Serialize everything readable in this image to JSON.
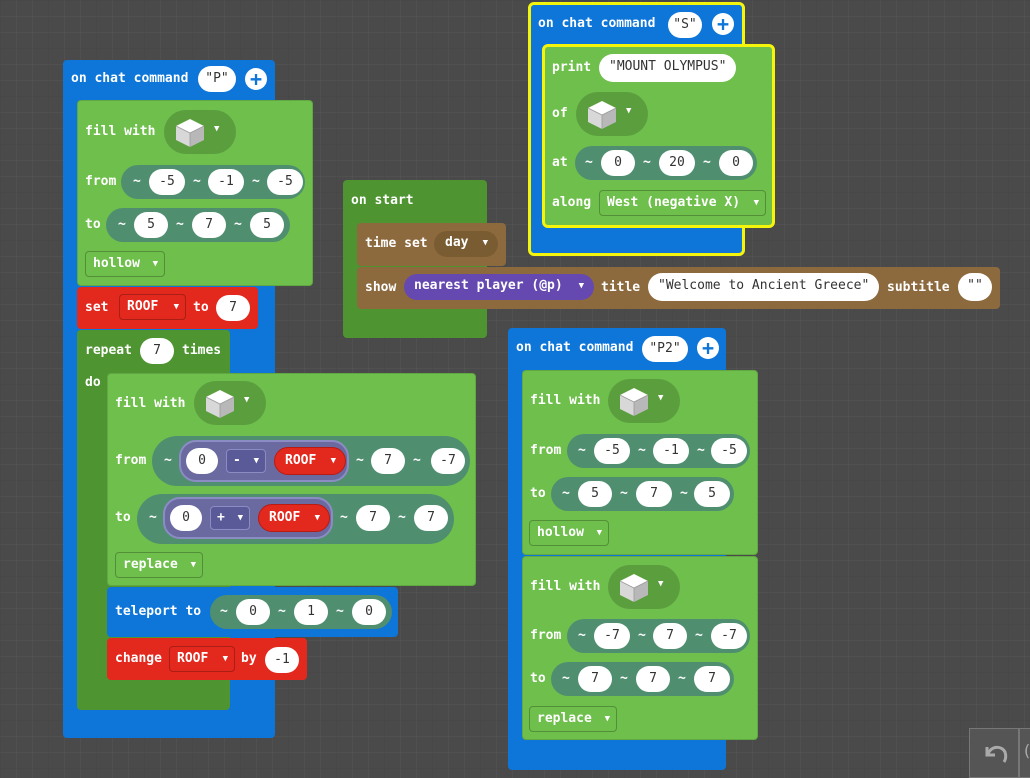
{
  "stackP": {
    "hat_label": "on chat command",
    "command": "\"P\"",
    "fill1": {
      "label": "fill with",
      "from_label": "from",
      "to_label": "to",
      "tilde": "~",
      "from": [
        "-5",
        "-1",
        "-5"
      ],
      "to": [
        "5",
        "7",
        "5"
      ],
      "mode": "hollow"
    },
    "set": {
      "label": "set",
      "var": "ROOF",
      "to_label": "to",
      "value": "7"
    },
    "repeat": {
      "label": "repeat",
      "count": "7",
      "times_label": "times",
      "do_label": "do"
    },
    "fill2": {
      "label": "fill with",
      "from_label": "from",
      "to_label": "to",
      "from_a": "0",
      "from_op": "-",
      "from_var": "ROOF",
      "from_y": "7",
      "from_z": "-7",
      "to_a": "0",
      "to_op": "+",
      "to_var": "ROOF",
      "to_y": "7",
      "to_z": "7",
      "mode": "replace"
    },
    "teleport": {
      "label": "teleport to",
      "pos": [
        "0",
        "1",
        "0"
      ]
    },
    "change": {
      "label": "change",
      "var": "ROOF",
      "by_label": "by",
      "value": "-1"
    }
  },
  "stackStart": {
    "hat_label": "on start",
    "time": {
      "label": "time set",
      "value": "day"
    },
    "show": {
      "label": "show",
      "target": "nearest player (@p)",
      "title_label": "title",
      "title": "\"Welcome to Ancient Greece\"",
      "subtitle_label": "subtitle",
      "subtitle": "\"\""
    }
  },
  "stackS": {
    "hat_label": "on chat command",
    "command": "\"S\"",
    "print_label": "print",
    "text": "\"MOUNT OLYMPUS\"",
    "of_label": "of",
    "at_label": "at",
    "pos": [
      "0",
      "20",
      "0"
    ],
    "along_label": "along",
    "direction": "West (negative X)"
  },
  "stackP2": {
    "hat_label": "on chat command",
    "command": "\"P2\"",
    "fill1": {
      "label": "fill with",
      "from_label": "from",
      "to_label": "to",
      "from": [
        "-5",
        "-1",
        "-5"
      ],
      "to": [
        "5",
        "7",
        "5"
      ],
      "mode": "hollow"
    },
    "fill2": {
      "label": "fill with",
      "from_label": "from",
      "to_label": "to",
      "from": [
        "-7",
        "7",
        "-7"
      ],
      "to": [
        "7",
        "7",
        "7"
      ],
      "mode": "replace"
    }
  },
  "toolbar": {
    "undo_icon": "undo-icon",
    "redo_icon": "redo-icon"
  },
  "colors": {
    "events": "#0d76d8",
    "blocks": "#6fbf4c",
    "variables": "#e3281d",
    "gameplay": "#8c6a3e",
    "loops": "#4e9431"
  }
}
